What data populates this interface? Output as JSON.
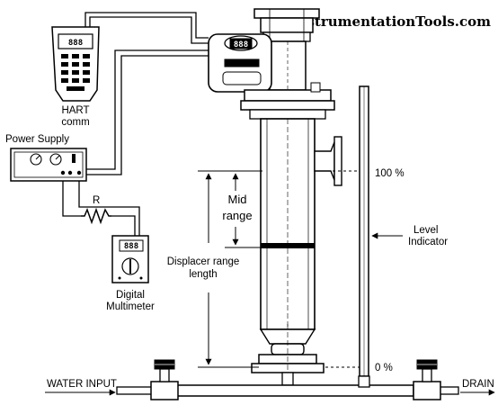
{
  "watermark": "InstrumentationTools.com",
  "hart": {
    "display": "888",
    "label_line1": "HART",
    "label_line2": "comm"
  },
  "power_supply": {
    "label": "Power Supply"
  },
  "resistor": {
    "label": "R"
  },
  "multimeter": {
    "display": "888",
    "label_line1": "Digital",
    "label_line2": "Multimeter"
  },
  "transmitter": {
    "display": "888"
  },
  "dimensions": {
    "mid_range_line1": "Mid",
    "mid_range_line2": "range",
    "displacer_line1": "Displacer range",
    "displacer_line2": "length"
  },
  "level_indicator": {
    "label_line1": "Level",
    "label_line2": "Indicator",
    "mark_100": "100 %",
    "mark_0": "0 %"
  },
  "piping": {
    "water_input": "WATER INPUT",
    "drain": "DRAIN"
  }
}
